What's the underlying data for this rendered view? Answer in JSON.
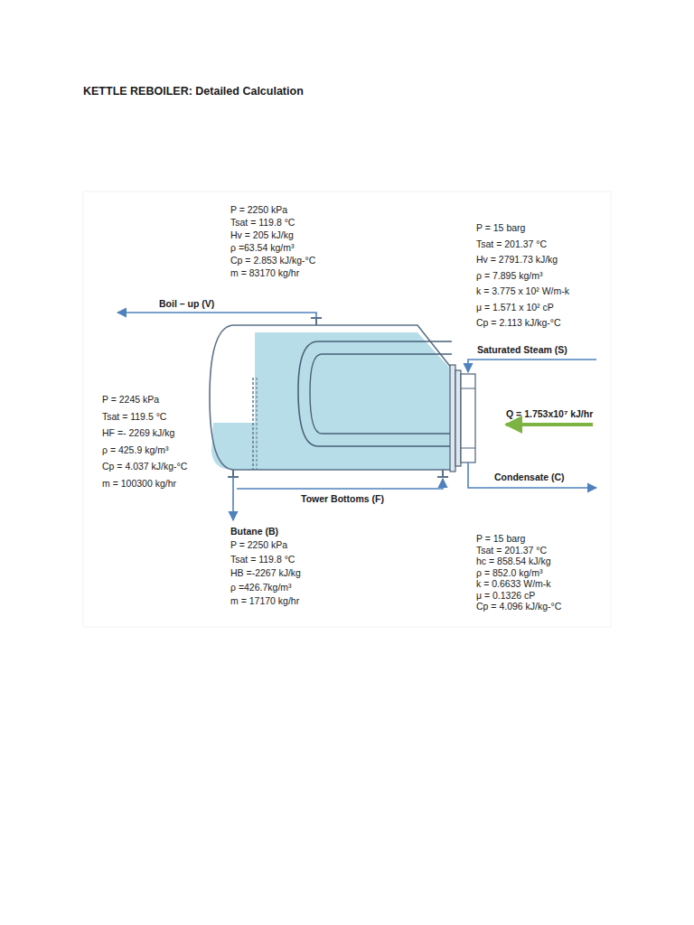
{
  "diagram": {
    "title": "KETTLE REBOILER: Detailed Calculation",
    "labels": [
      "P = 2250 kPa",
      "Tsat = 119.8 °C",
      "Hv = 205 kJ/kg",
      "ρ =63.54 kg/m³",
      "Cp = 2.853 kJ/kg-°C",
      "m = 83170 kg/hr",
      "P = 15 barg",
      "Tsat = 201.37 °C",
      "Hv = 2791.73 kJ/kg",
      "ρ = 7.895 kg/m³",
      "k = 3.775 x 10² W/m-k",
      "μ = 1.571 x 10² cP",
      "Cp = 2.113 kJ/kg-°C",
      "Boil – up (V)",
      "Saturated Steam (S)",
      "P = 2245 kPa",
      "Tsat = 119.5 °C",
      "HF =- 2269 kJ/kg",
      "ρ = 425.9 kg/m³",
      "Cp = 4.037 kJ/kg-°C",
      "m = 100300 kg/hr",
      "Q = 1.753x10⁷ kJ/hr",
      "Condensate (C)",
      "Tower Bottoms (F)",
      "Butane (B)",
      "P = 2250 kPa",
      "Tsat = 119.8 °C",
      "HB =-2267 kJ/kg",
      "ρ =426.7kg/m³",
      "m = 17170 kg/hr",
      "P = 15 barg",
      "Tsat = 201.37 °C",
      "hc = 858.54 kJ/kg",
      "ρ = 852.0 kg/m³",
      "k = 0.6633 W/m-k",
      "μ = 0.1326 cP",
      "Cp = 4.096 kJ/kg-°C"
    ]
  }
}
